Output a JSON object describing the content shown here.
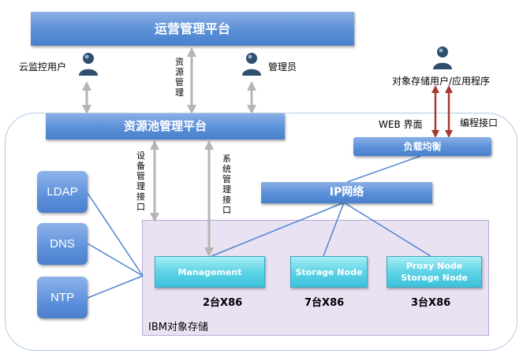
{
  "top_bar": {
    "title": "运营管理平台"
  },
  "users": {
    "cloud_monitor": "云监控用户",
    "resource_mgmt": "资源管理",
    "admin": "管理员",
    "storage_user": "对象存储用户/应用程序"
  },
  "pool_platform": {
    "title": "资源池管理平台"
  },
  "interfaces": {
    "web": "WEB 界面",
    "programming": "编程接口",
    "device_mgmt": "设备管理接口",
    "system_mgmt": "系统管理接口"
  },
  "load_balancer": {
    "title": "负载均衡"
  },
  "ip_network": {
    "title": "IP网络"
  },
  "side_services": [
    "LDAP",
    "DNS",
    "NTP"
  ],
  "nodes": [
    {
      "title": "Management",
      "count": "2台X86"
    },
    {
      "title": "Storage Node",
      "count": "7台X86"
    },
    {
      "title": "Proxy Node\nStorage Node",
      "count": "3台X86"
    }
  ],
  "ibm_group": {
    "title": "IBM对象存储"
  },
  "colors": {
    "blue_bar": "#5a8fd8",
    "cyan_node": "#5fd3e6",
    "purple_area": "#e9e2f3",
    "gray_arrow": "#b5b5b5",
    "red_arrow": "#a33a2f"
  }
}
